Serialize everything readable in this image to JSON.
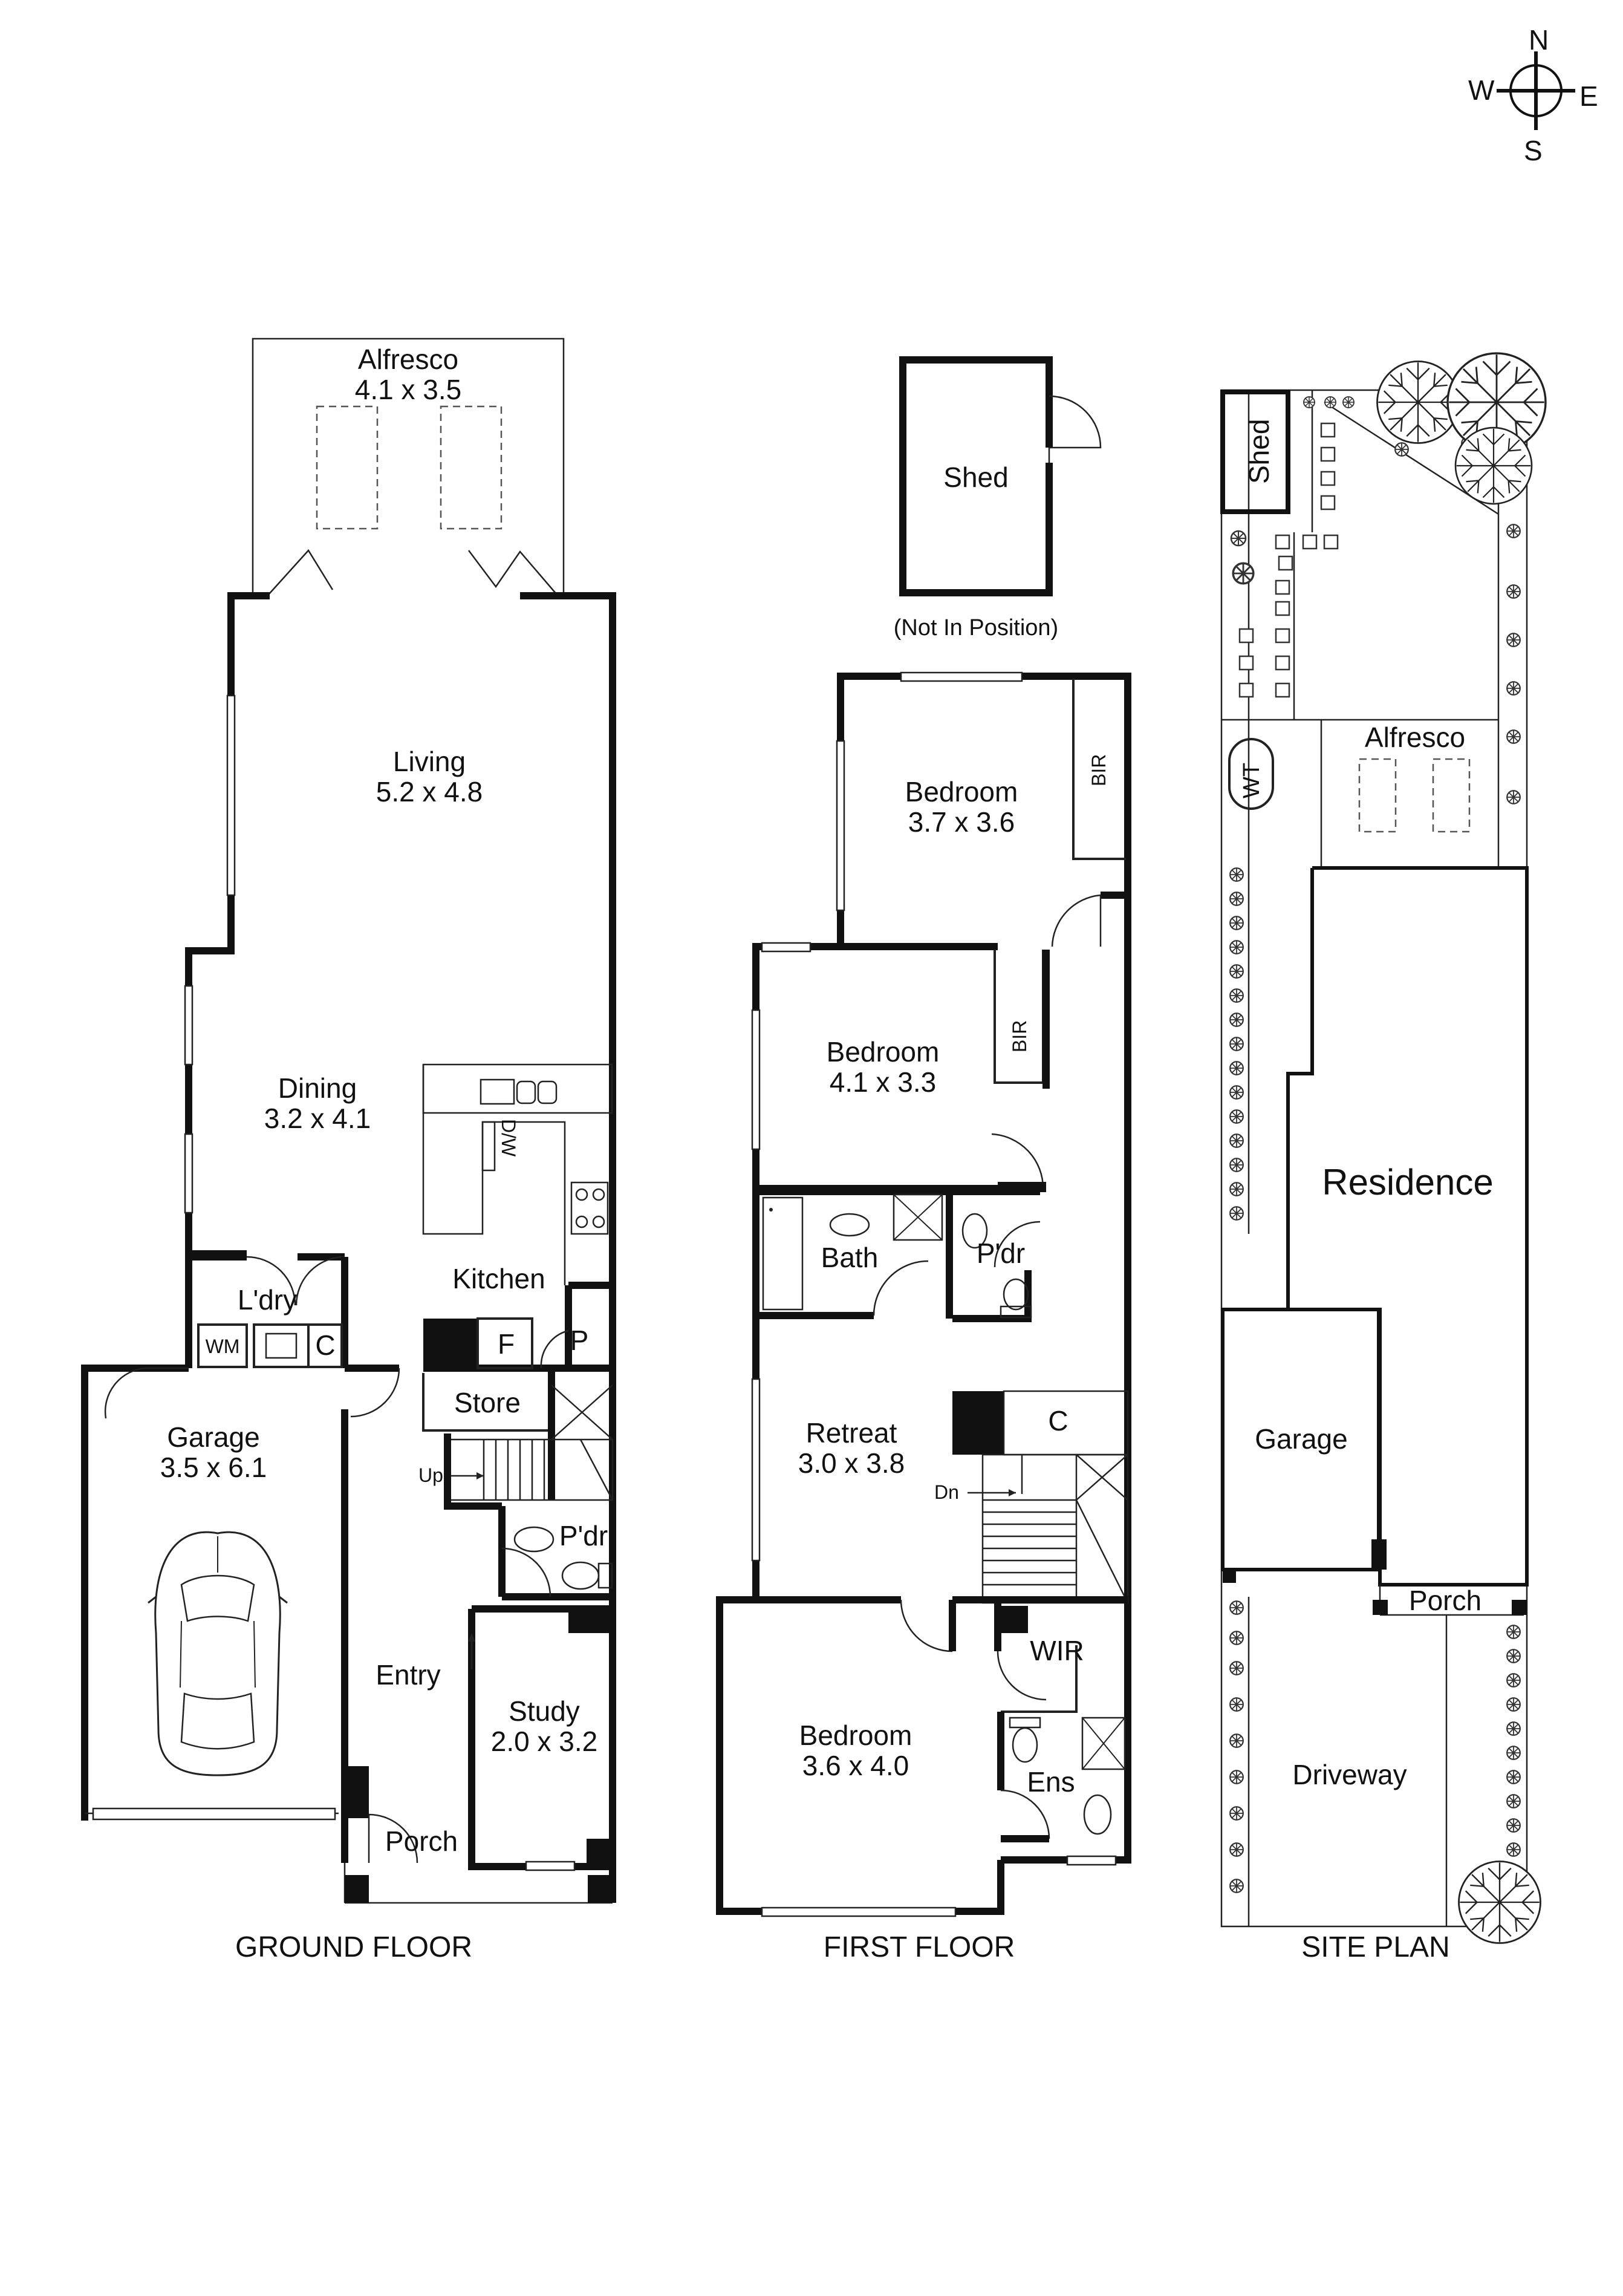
{
  "compass": {
    "n": "N",
    "e": "E",
    "s": "S",
    "w": "W"
  },
  "ground_floor": {
    "caption": "GROUND FLOOR",
    "alfresco": {
      "name": "Alfresco",
      "size": "4.1 x 3.5"
    },
    "living": {
      "name": "Living",
      "size": "5.2 x 4.8"
    },
    "dining": {
      "name": "Dining",
      "size": "3.2 x 4.1"
    },
    "kitchen": "Kitchen",
    "dw": "D/W",
    "laundry": "L'dry",
    "wm": "WM",
    "c": "C",
    "f": "F",
    "p": "P",
    "store": "Store",
    "up": "Up",
    "powder": "P'dr",
    "garage": {
      "name": "Garage",
      "size": "3.5 x 6.1"
    },
    "entry": "Entry",
    "study": {
      "name": "Study",
      "size": "2.0 x 3.2"
    },
    "porch": "Porch"
  },
  "first_floor": {
    "caption": "FIRST FLOOR",
    "shed": "Shed",
    "shed_note": "(Not In Position)",
    "bedroom1": {
      "name": "Bedroom",
      "size": "3.7 x 3.6"
    },
    "bir1": "BIR",
    "bedroom2": {
      "name": "Bedroom",
      "size": "4.1 x 3.3"
    },
    "bir2": "BIR",
    "bath": "Bath",
    "powder": "P'dr",
    "retreat": {
      "name": "Retreat",
      "size": "3.0 x 3.8"
    },
    "c": "C",
    "dn": "Dn",
    "bedroom3": {
      "name": "Bedroom",
      "size": "3.6 x 4.0"
    },
    "wir": "WIR",
    "ens": "Ens"
  },
  "site_plan": {
    "caption": "SITE PLAN",
    "shed": "Shed",
    "wt": "WT",
    "alfresco": "Alfresco",
    "residence": "Residence",
    "garage": "Garage",
    "porch": "Porch",
    "driveway": "Driveway"
  }
}
